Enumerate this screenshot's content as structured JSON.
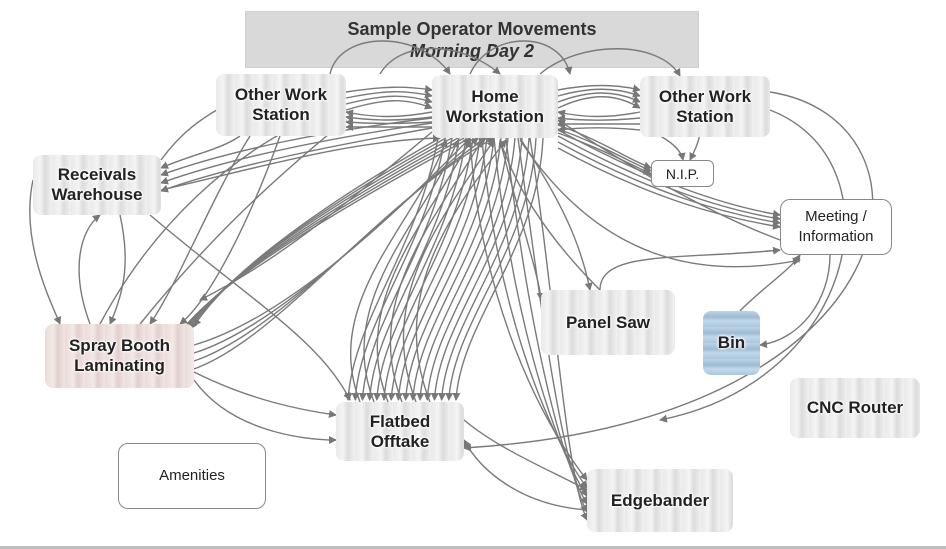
{
  "title": {
    "line1": "Sample Operator Movements",
    "line2": "Morning Day 2"
  },
  "nodes": {
    "home_workstation": "Home Workstation",
    "other_work_station_left": "Other Work Station",
    "other_work_station_right": "Other Work Station",
    "receivals_warehouse": "Receivals Warehouse",
    "spray_booth_laminating": "Spray Booth Laminating",
    "flatbed_offtake": "Flatbed Offtake",
    "panel_saw": "Panel Saw",
    "bin": "Bin",
    "cnc_router": "CNC Router",
    "edgebander": "Edgebander",
    "nip": "N.I.P.",
    "meeting_information": "Meeting / Information",
    "amenities": "Amenities"
  },
  "colors": {
    "arrow": "#777777",
    "title_bg": "#d9d9d9"
  }
}
